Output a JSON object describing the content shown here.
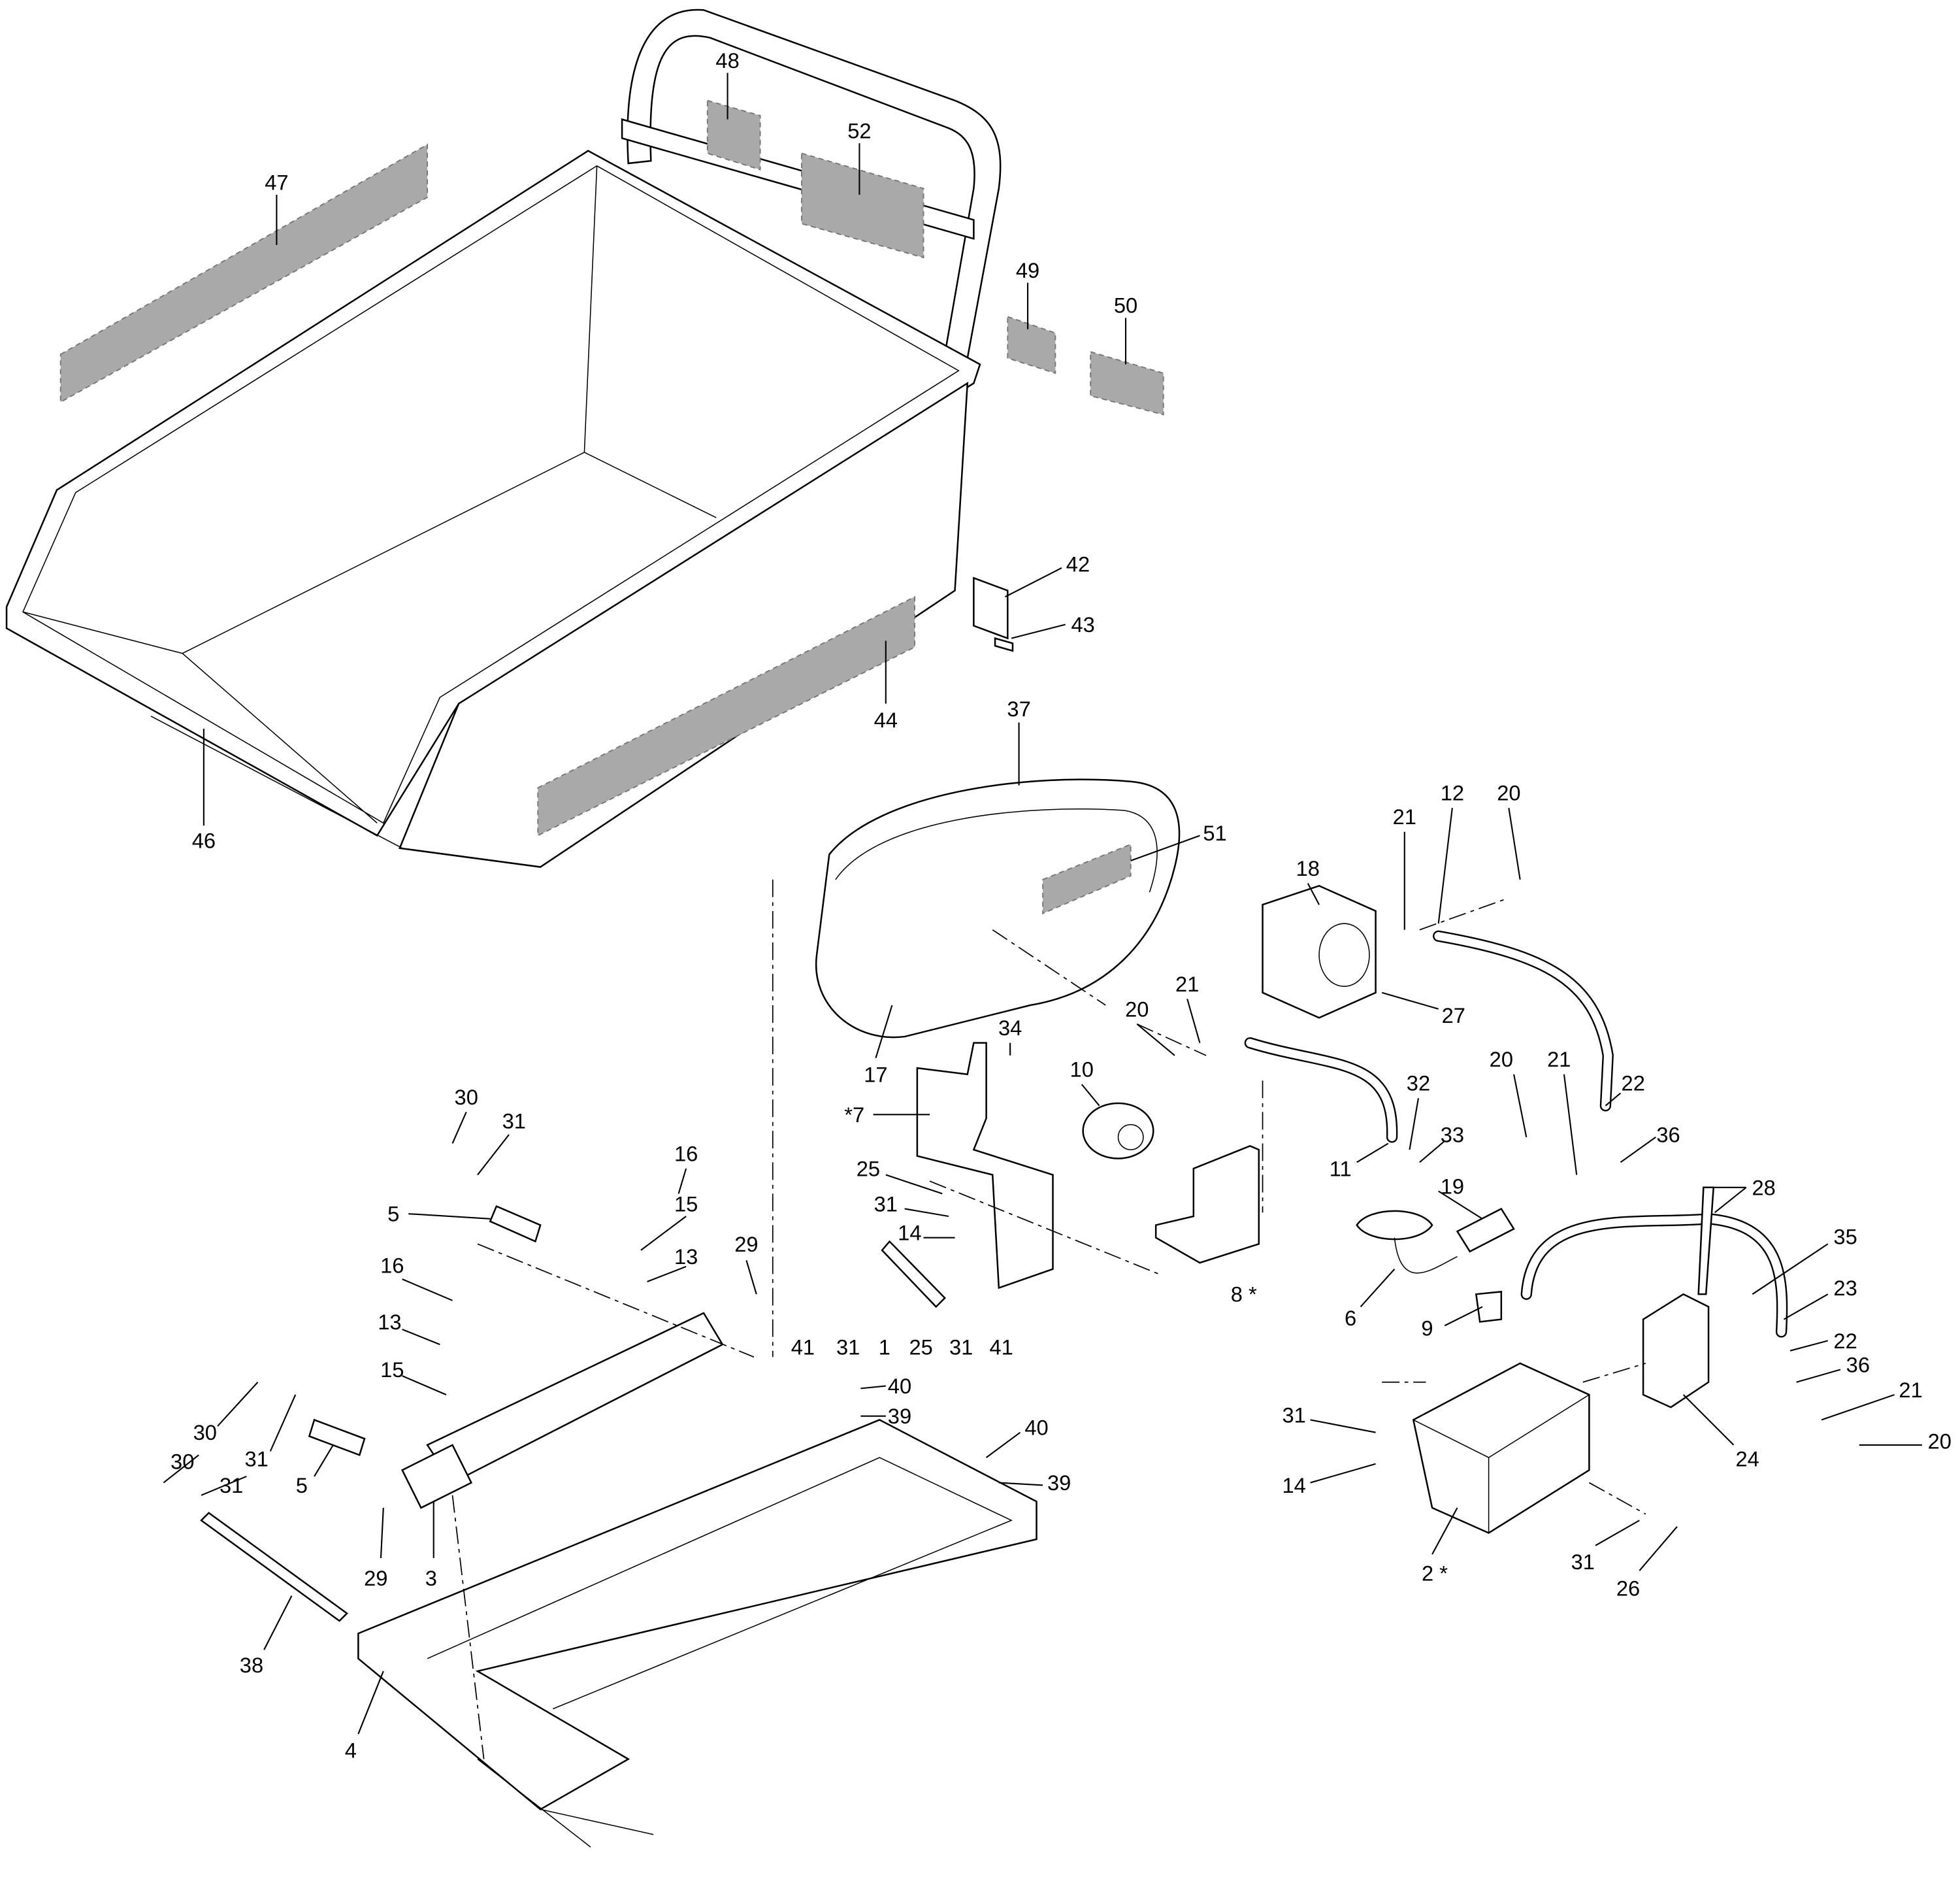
{
  "title": "Exploded parts diagram - hopper, hydraulic tipping assembly",
  "labels": [
    {
      "text": "47"
    },
    {
      "text": "48"
    },
    {
      "text": "52"
    },
    {
      "text": "49"
    },
    {
      "text": "50"
    },
    {
      "text": "42"
    },
    {
      "text": "43"
    },
    {
      "text": "44"
    },
    {
      "text": "46"
    },
    {
      "text": "37"
    },
    {
      "text": "51"
    },
    {
      "text": "18"
    },
    {
      "text": "21"
    },
    {
      "text": "12"
    },
    {
      "text": "20"
    },
    {
      "text": "27"
    },
    {
      "text": "20"
    },
    {
      "text": "21"
    },
    {
      "text": "17"
    },
    {
      "text": "34"
    },
    {
      "text": "10"
    },
    {
      "text": "*7"
    },
    {
      "text": "25"
    },
    {
      "text": "31"
    },
    {
      "text": "14"
    },
    {
      "text": "41"
    },
    {
      "text": "31"
    },
    {
      "text": "1"
    },
    {
      "text": "25"
    },
    {
      "text": "31"
    },
    {
      "text": "41"
    },
    {
      "text": "8 *"
    },
    {
      "text": "11"
    },
    {
      "text": "32"
    },
    {
      "text": "33"
    },
    {
      "text": "19"
    },
    {
      "text": "6"
    },
    {
      "text": "20"
    },
    {
      "text": "21"
    },
    {
      "text": "22"
    },
    {
      "text": "36"
    },
    {
      "text": "28"
    },
    {
      "text": "35"
    },
    {
      "text": "23"
    },
    {
      "text": "22"
    },
    {
      "text": "36"
    },
    {
      "text": "21"
    },
    {
      "text": "20"
    },
    {
      "text": "24"
    },
    {
      "text": "9"
    },
    {
      "text": "31"
    },
    {
      "text": "14"
    },
    {
      "text": "2 *"
    },
    {
      "text": "31"
    },
    {
      "text": "26"
    },
    {
      "text": "30"
    },
    {
      "text": "31"
    },
    {
      "text": "16"
    },
    {
      "text": "15"
    },
    {
      "text": "13"
    },
    {
      "text": "29"
    },
    {
      "text": "5"
    },
    {
      "text": "16"
    },
    {
      "text": "13"
    },
    {
      "text": "15"
    },
    {
      "text": "40"
    },
    {
      "text": "39"
    },
    {
      "text": "40"
    },
    {
      "text": "39"
    },
    {
      "text": "30"
    },
    {
      "text": "31"
    },
    {
      "text": "30"
    },
    {
      "text": "31"
    },
    {
      "text": "5"
    },
    {
      "text": "29"
    },
    {
      "text": "3"
    },
    {
      "text": "38"
    },
    {
      "text": "4"
    }
  ]
}
